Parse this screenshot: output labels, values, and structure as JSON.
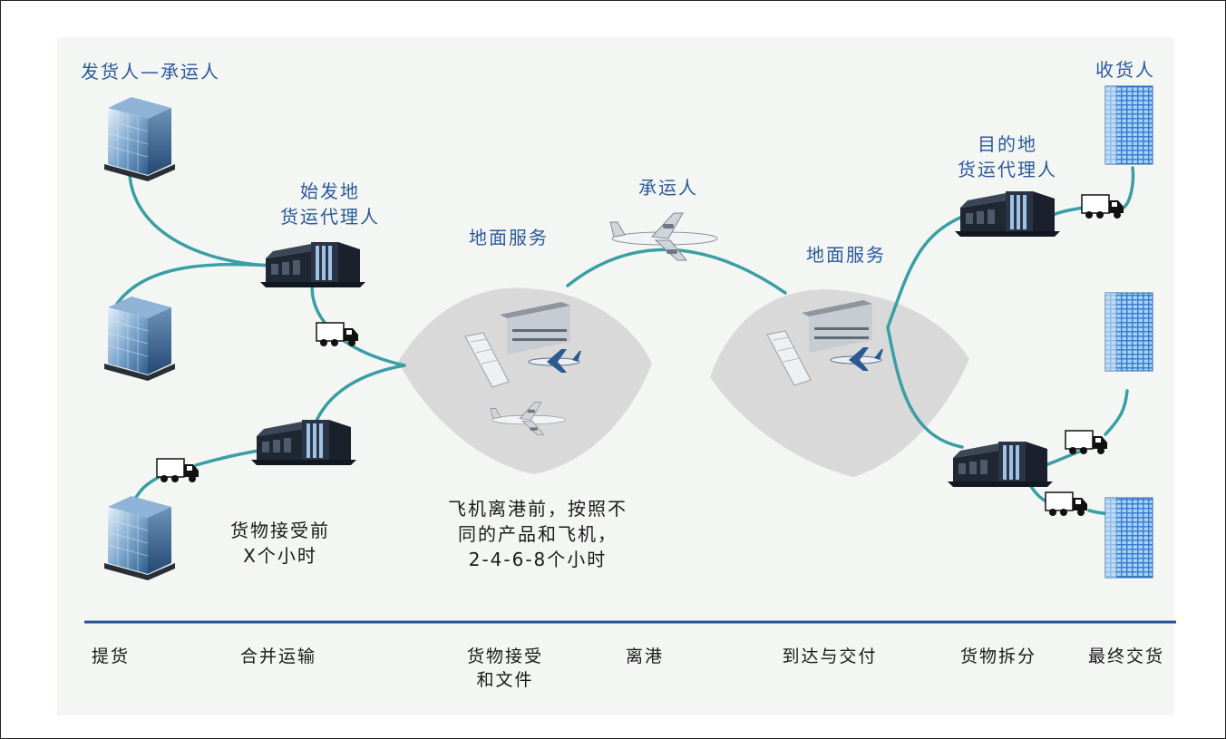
{
  "labels": {
    "shipper_carrier": "发货人—承运人",
    "origin_agent": "始发地\n货运代理人",
    "ground_service_left": "地面服务",
    "carrier": "承运人",
    "ground_service_right": "地面服务",
    "dest_agent": "目的地\n货运代理人",
    "consignee": "收货人",
    "before_acceptance": "货物接受前\nX个小时",
    "before_departure": "飞机离港前，按照不\n同的产品和飞机，\n2-4-6-8个小时"
  },
  "timeline": [
    "提货",
    "合并运输",
    "货物接受\n和文件",
    "离港",
    "到达与交付",
    "货物拆分",
    "最终交货"
  ],
  "colors": {
    "route": "#3a9ea5",
    "label_blue": "#2b5a9a",
    "timeline_rule": "#2b4f93",
    "ground_zone": "#d9d9d9"
  },
  "icons": {
    "office": "office-building-icon",
    "warehouse": "warehouse-icon",
    "truck": "truck-icon",
    "airport": "airport-terminal-icon",
    "airplane": "airplane-icon",
    "tower": "tall-building-icon"
  }
}
